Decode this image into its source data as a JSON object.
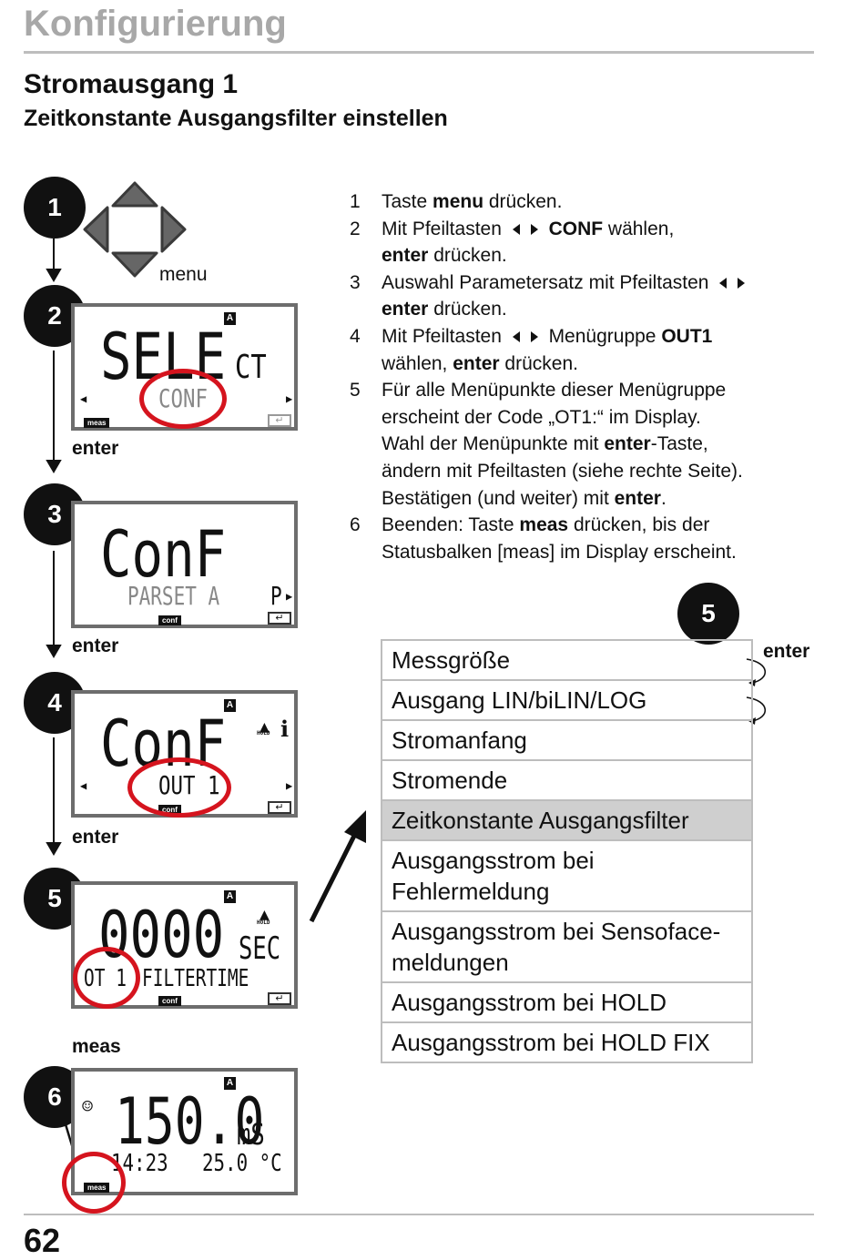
{
  "header": {
    "section": "Konfigurierung",
    "title": "Stromausgang 1",
    "subtitle": "Zeitkonstante Ausgangsfilter einstellen"
  },
  "page_number": "62",
  "diagram": {
    "keypad_label": "menu",
    "step_badges": [
      "1",
      "2",
      "3",
      "4",
      "5",
      "6"
    ],
    "transition_labels": [
      "enter",
      "enter",
      "enter",
      "meas"
    ],
    "displays": [
      {
        "main": "SELE",
        "suffix": "CT",
        "sub": "CONF",
        "tag": "meas",
        "flag": "A"
      },
      {
        "main": "ConF",
        "sub": "PARSET A",
        "right": "P",
        "tag": "conf"
      },
      {
        "main": "ConF",
        "sub": "OUT 1",
        "tag": "conf",
        "flag": "A",
        "hold": "HOLD",
        "info": "i"
      },
      {
        "main": "0000",
        "suffix": "SEC",
        "sub_left": "OT 1",
        "sub": "FILTERTIME",
        "tag": "conf",
        "flag": "A",
        "hold": "HOLD"
      },
      {
        "main": "150.0",
        "suffix": "mS",
        "sub_left": "14:23",
        "sub": "25.0 °C",
        "tag": "meas",
        "flag": "A",
        "smiley": "☺"
      }
    ]
  },
  "steps": [
    {
      "n": "1",
      "parts": [
        [
          "Taste ",
          0
        ],
        [
          "menu",
          1
        ],
        [
          " drücken.",
          0
        ]
      ]
    },
    {
      "n": "2",
      "parts": [
        [
          "Mit Pfeiltasten ",
          0
        ],
        [
          "<>",
          2
        ],
        [
          " ",
          0
        ],
        [
          "CONF",
          1
        ],
        [
          " wählen,",
          0
        ],
        [
          "\n",
          0
        ],
        [
          "enter",
          1
        ],
        [
          " drücken.",
          0
        ]
      ]
    },
    {
      "n": "3",
      "parts": [
        [
          "Auswahl Parametersatz mit Pfeiltasten ",
          0
        ],
        [
          "<>",
          2
        ],
        [
          "\n",
          0
        ],
        [
          "enter",
          1
        ],
        [
          " drücken.",
          0
        ]
      ]
    },
    {
      "n": "4",
      "parts": [
        [
          "Mit Pfeiltasten ",
          0
        ],
        [
          "<>",
          2
        ],
        [
          " Menügruppe ",
          0
        ],
        [
          "OUT1",
          1
        ],
        [
          "\n",
          0
        ],
        [
          "wählen, ",
          0
        ],
        [
          "enter",
          1
        ],
        [
          " drücken.",
          0
        ]
      ]
    },
    {
      "n": "5",
      "parts": [
        [
          "Für alle Menüpunkte dieser Menügruppe",
          0
        ],
        [
          "\n",
          0
        ],
        [
          "erscheint der Code „OT1:“ im Display.",
          0
        ],
        [
          "\n",
          0
        ],
        [
          "Wahl der Menüpunkte mit ",
          0
        ],
        [
          "enter",
          1
        ],
        [
          "-Taste,",
          0
        ],
        [
          "\n",
          0
        ],
        [
          "ändern mit Pfeiltasten (siehe rechte Seite).",
          0
        ],
        [
          "\n",
          0
        ],
        [
          "Bestätigen (und weiter) mit ",
          0
        ],
        [
          "enter",
          1
        ],
        [
          ".",
          0
        ]
      ]
    },
    {
      "n": "6",
      "parts": [
        [
          "Beenden: Taste ",
          0
        ],
        [
          "meas",
          1
        ],
        [
          " drücken, bis der",
          0
        ],
        [
          "\n",
          0
        ],
        [
          "Statusbalken [meas] im Display erscheint.",
          0
        ]
      ]
    }
  ],
  "menu": {
    "badge": "5",
    "enter_label": "enter",
    "items": [
      "Messgröße",
      "Ausgang LIN/biLIN/LOG",
      "Stromanfang",
      "Stromende",
      "Zeitkonstante Ausgangsfilter",
      "Ausgangsstrom bei\nFehlermeldung",
      "Ausgangsstrom bei Sensoface-\nmeldungen",
      "Ausgangsstrom bei HOLD",
      "Ausgangsstrom bei HOLD FIX"
    ],
    "selected_index": 4
  }
}
